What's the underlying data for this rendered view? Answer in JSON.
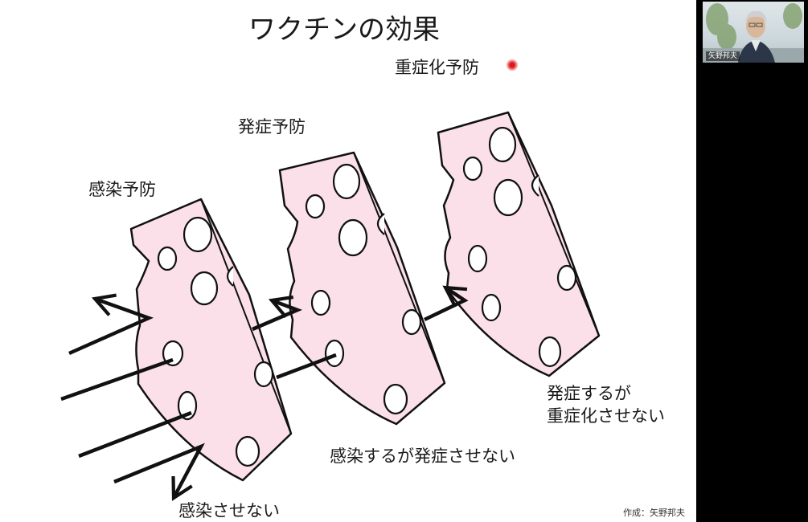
{
  "slide": {
    "title": "ワクチンの効果",
    "labels": {
      "infection_prevention": "感染予防",
      "onset_prevention": "発症予防",
      "severe_prevention": "重症化予防",
      "no_infection": "感染させない",
      "infected_no_onset": "感染するが発症させない",
      "onset_line1": "発症するが",
      "onset_line2": "重症化させない"
    },
    "credit": "作成：矢野邦夫"
  },
  "participant": {
    "name": "矢野邦夫"
  },
  "colors": {
    "cheese_fill": "#fbe0ea",
    "outline": "#111111",
    "laser": "#e01818",
    "panel": "#000000"
  }
}
